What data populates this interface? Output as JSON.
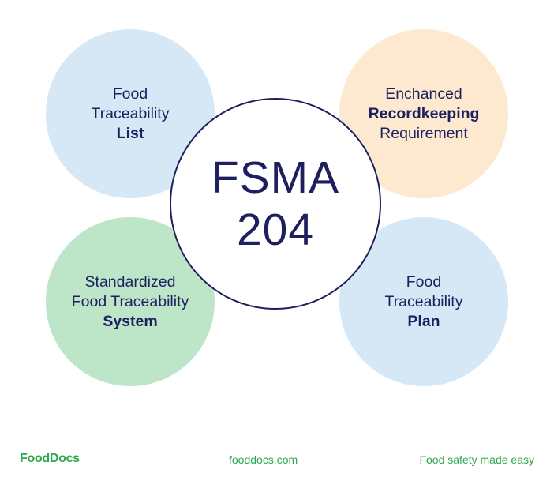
{
  "circles": {
    "top_left": {
      "line1": "Food",
      "line2": "Traceability",
      "bold": "List"
    },
    "top_right": {
      "line1": "Enchanced",
      "bold": "Recordkeeping",
      "line3": "Requirement"
    },
    "bottom_left": {
      "line1": "Standardized",
      "line2": "Food Traceability",
      "bold": "System"
    },
    "bottom_right": {
      "line1": "Food",
      "line2": "Traceability",
      "bold": "Plan"
    },
    "center": {
      "line1": "FSMA",
      "line2": "204"
    }
  },
  "footer": {
    "logo": "FoodDocs",
    "website": "fooddocs.com",
    "tagline": "Food safety made easy"
  },
  "colors": {
    "navy": "#1d1f5e",
    "light_blue": "#d6e8f5",
    "peach": "#fde9cf",
    "mint": "#bde6c9",
    "brand_green": "#2ea84f"
  }
}
